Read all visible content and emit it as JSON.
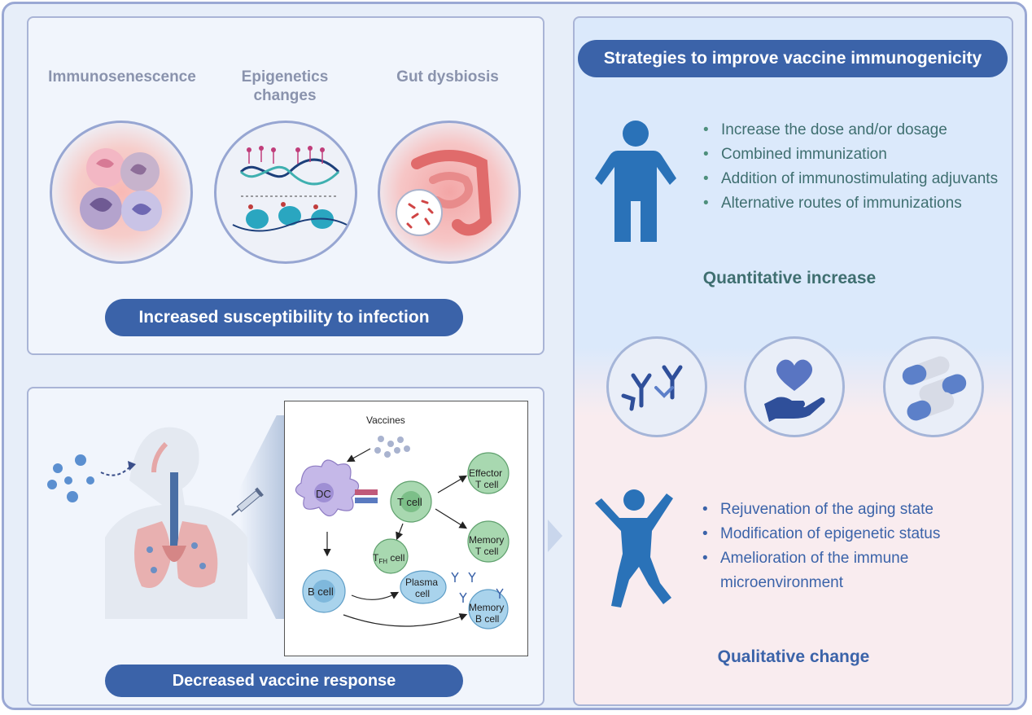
{
  "top_left": {
    "factors": [
      "Immunosenescence",
      "Epigenetics changes",
      "Gut dysbiosis"
    ],
    "outcome": "Increased susceptibility to infection"
  },
  "bottom_left": {
    "outcome": "Decreased vaccine response",
    "diagram": {
      "vaccines": "Vaccines",
      "dc": "DC",
      "t_cell": "T cell",
      "effector_t_line1": "Effector",
      "effector_t_line2": "T cell",
      "memory_t_line1": "Memory",
      "memory_t_line2": "T cell",
      "tfh_main": "T",
      "tfh_sub": "FH",
      "tfh_rest": " cell",
      "b_cell": "B cell",
      "plasma_line1": "Plasma",
      "plasma_line2": "cell",
      "memory_b_line1": "Memory",
      "memory_b_line2": "B cell"
    }
  },
  "right": {
    "title": "Strategies to improve vaccine immunogenicity",
    "quantitative_items": [
      "Increase the dose and/or dosage",
      "Combined immunization",
      "Addition of immunostimulating adjuvants",
      "Alternative routes of immunizations"
    ],
    "quantitative_heading": "Quantitative increase",
    "qualitative_items": [
      "Rejuvenation of the aging state",
      "Modification of epigenetic status",
      "Amelioration of the immune microenvironment"
    ],
    "qualitative_heading": "Qualitative change"
  },
  "colors": {
    "pill": "#3b63a9",
    "person": "#2a72b8",
    "quant_text": "#3f6f70",
    "qual_text": "#3b63a9",
    "factor_text": "#8a93ad"
  }
}
